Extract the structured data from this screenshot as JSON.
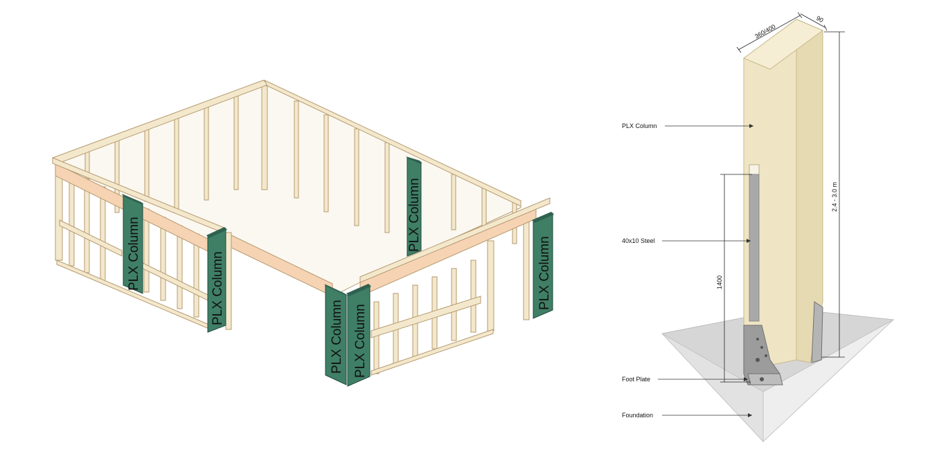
{
  "frame": {
    "column_labels": [
      "PLX Column",
      "PLX Column",
      "PLX Column",
      "PLX Column",
      "PLX Column",
      "PLX Column"
    ]
  },
  "detail": {
    "callouts": [
      "PLX Column",
      "40x10 Steel",
      "Foot Plate",
      "Foundation"
    ],
    "dimensions": {
      "width": "360/400",
      "depth": "90",
      "height": "2.4 - 3.0 m",
      "steel_length": "1400"
    }
  },
  "colors": {
    "timber": "#f4e8cc",
    "timber_edge": "#b49a70",
    "beam": "#f6d3b3",
    "column_green": "#3f7f66",
    "column_edge": "#1f4a3a",
    "plx_fill": "#efe5c4",
    "steel": "#a9a9a9",
    "foundation": "#d6d6d6"
  }
}
